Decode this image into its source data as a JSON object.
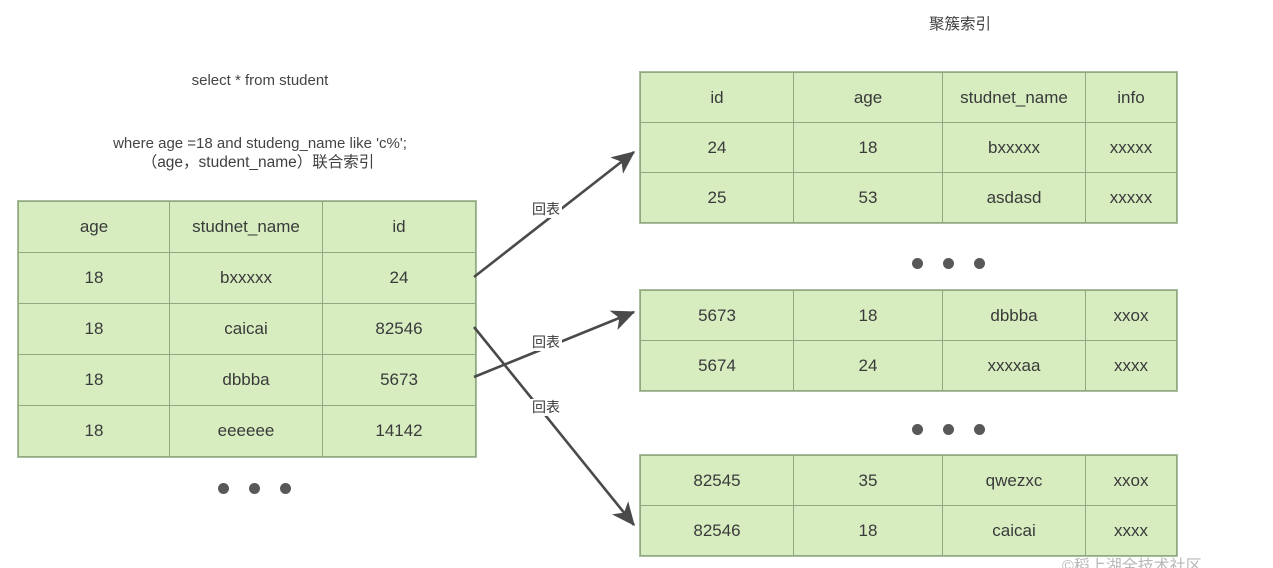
{
  "diagram": {
    "sql": {
      "line1": "select * from student",
      "line2": "where age =18 and studeng_name like 'c%';"
    },
    "labels": {
      "composite_index": "（age，student_name）联合索引",
      "clustered_index": "聚簇索引",
      "watermark": "©稻上湖全技术社区"
    },
    "arrow_labels": {
      "a1": "回表",
      "a2": "回表",
      "a3": "回表"
    },
    "ellipsis": "• • •",
    "colors": {
      "cell_fill": "#d7edc0",
      "cell_border": "#8fa982",
      "arrow": "#4a4a4a",
      "text": "#3a3a3a"
    }
  },
  "secondary_index_table": {
    "headers": [
      "age",
      "studnet_name",
      "id"
    ],
    "rows": [
      [
        "18",
        "bxxxxx",
        "24"
      ],
      [
        "18",
        "caicai",
        "82546"
      ],
      [
        "18",
        "dbbba",
        "5673"
      ],
      [
        "18",
        "eeeeee",
        "14142"
      ]
    ]
  },
  "clustered_tables": [
    {
      "headers": [
        "id",
        "age",
        "studnet_name",
        "info"
      ],
      "rows": [
        [
          "24",
          "18",
          "bxxxxx",
          "xxxxx"
        ],
        [
          "25",
          "53",
          "asdasd",
          "xxxxx"
        ]
      ]
    },
    {
      "headers": [],
      "rows": [
        [
          "5673",
          "18",
          "dbbba",
          "xxox"
        ],
        [
          "5674",
          "24",
          "xxxxaa",
          "xxxx"
        ]
      ]
    },
    {
      "headers": [],
      "rows": [
        [
          "82545",
          "35",
          "qwezxc",
          "xxox"
        ],
        [
          "82546",
          "18",
          "caicai",
          "xxxx"
        ]
      ]
    }
  ]
}
